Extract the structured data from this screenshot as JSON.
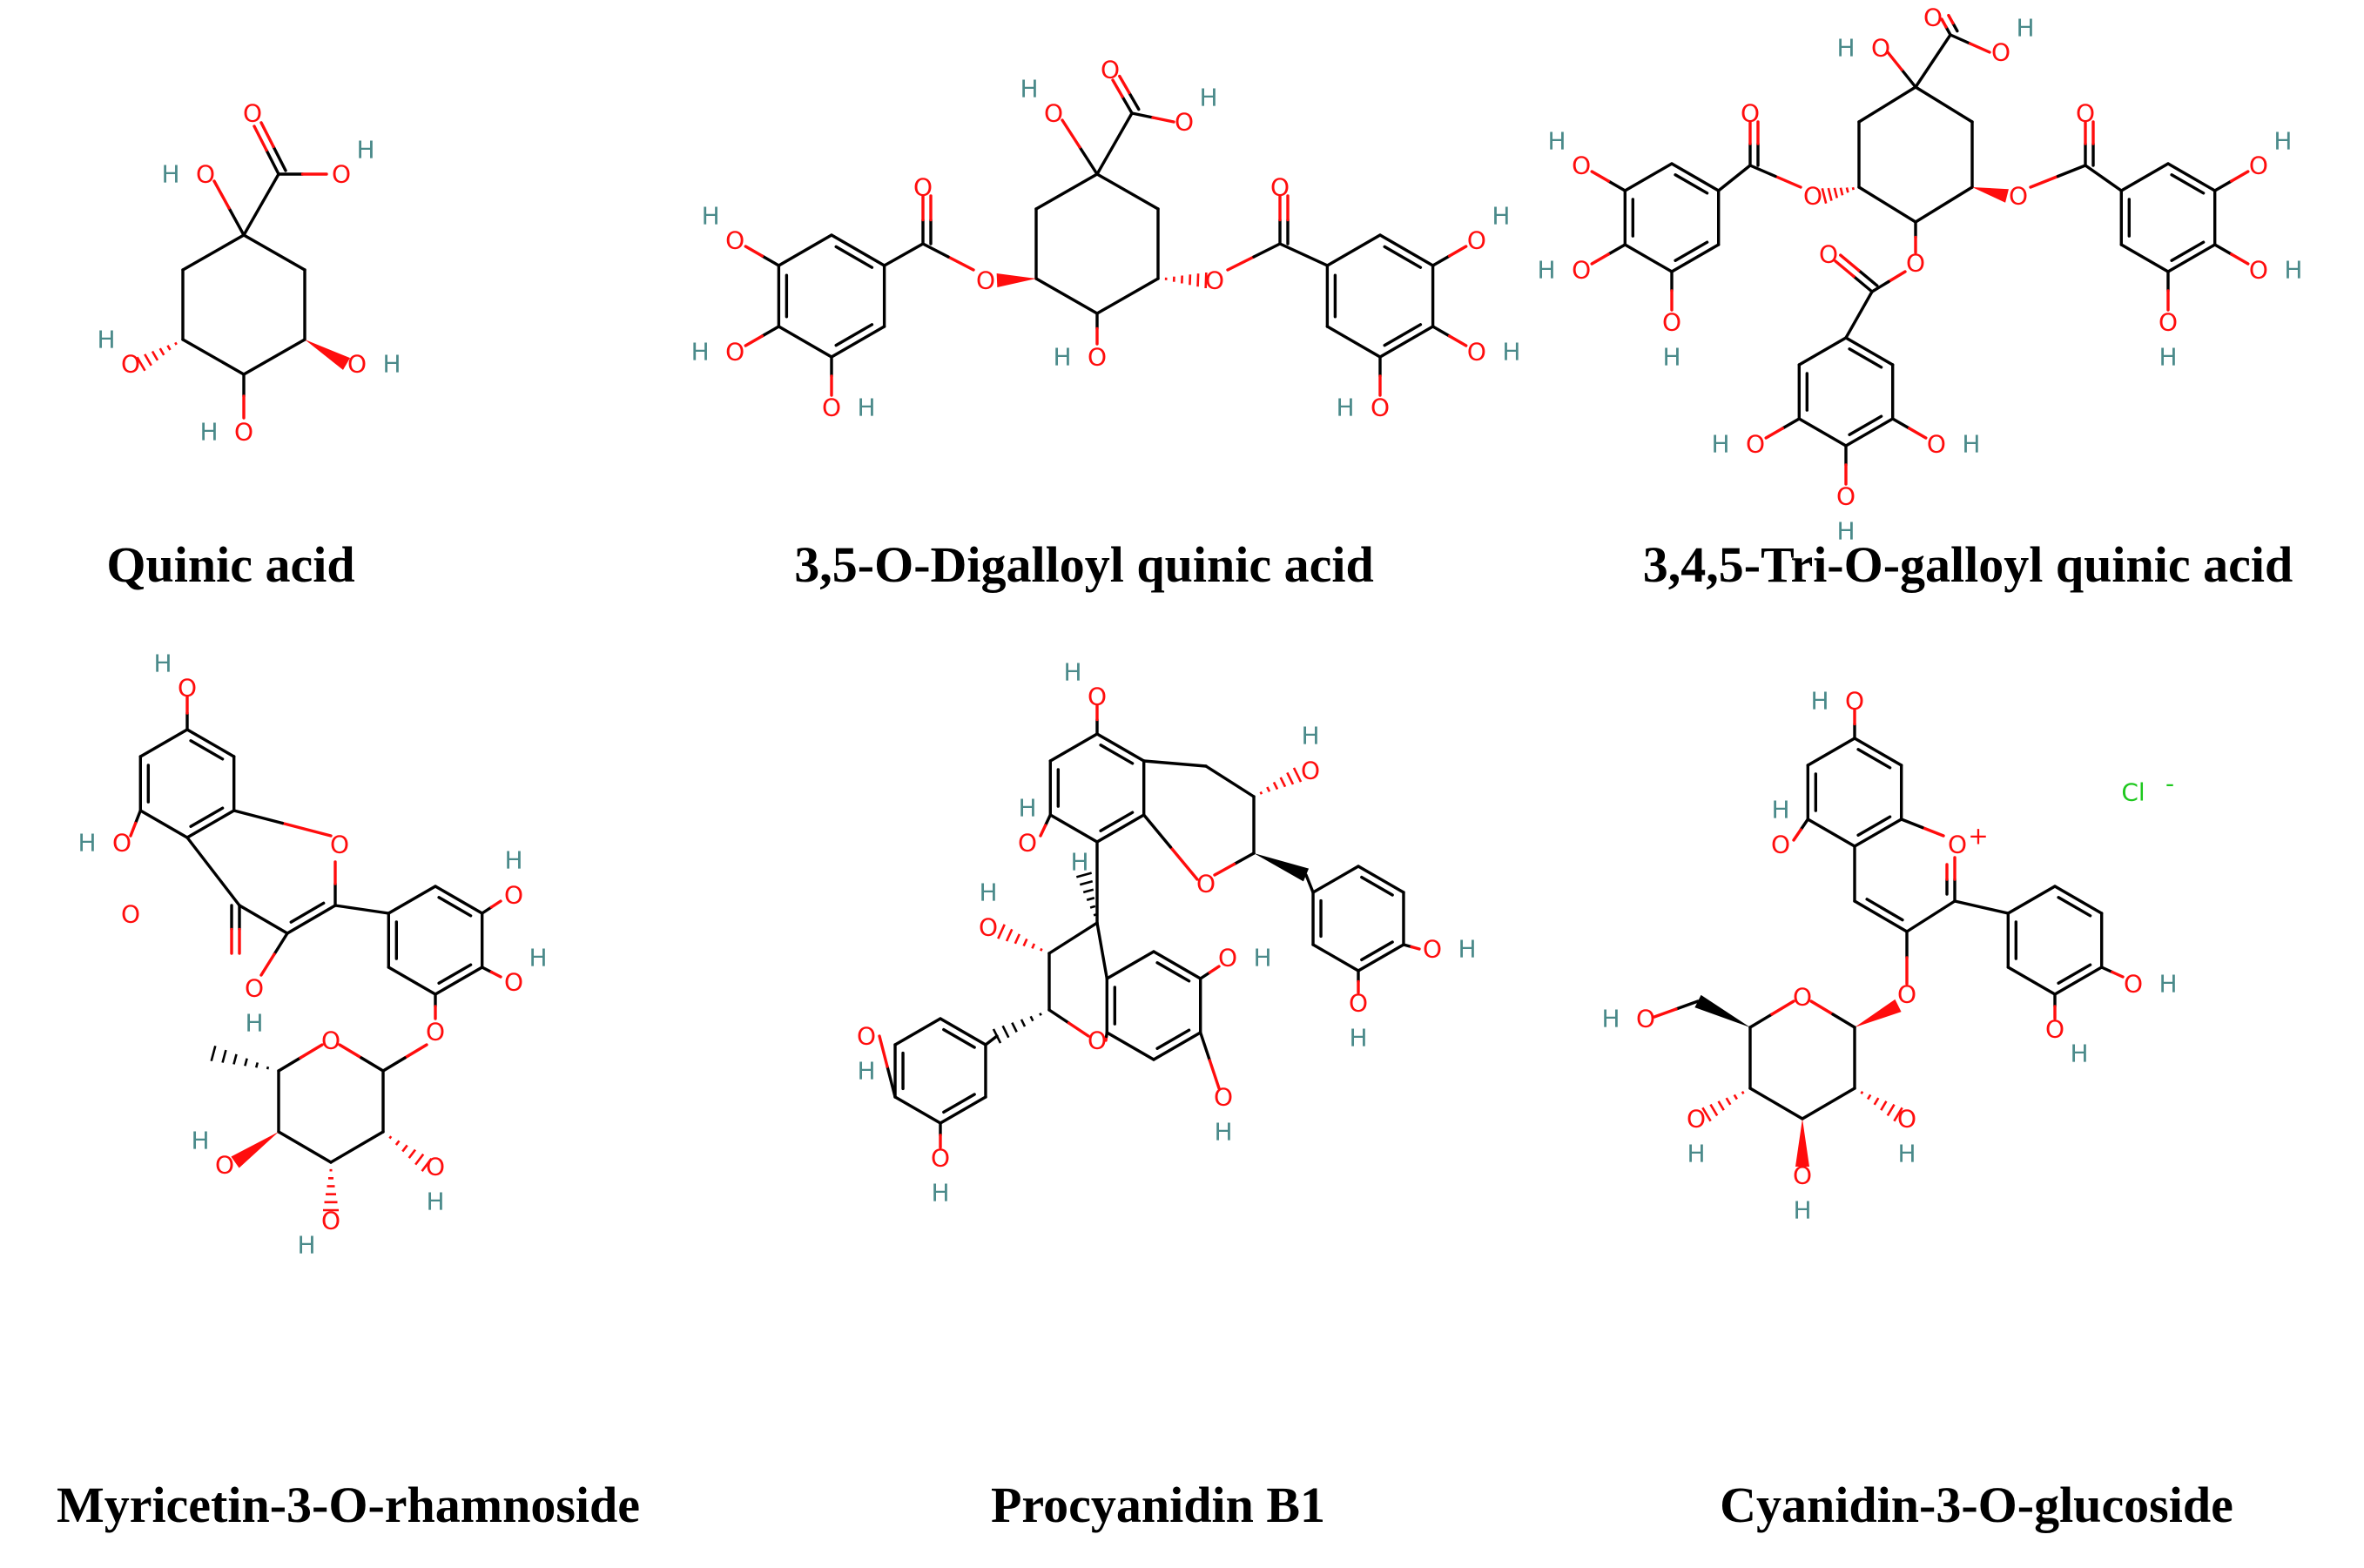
{
  "colors": {
    "bond": "#000000",
    "oxygen": "#ff0d0d",
    "hydrogen": "#4a8a8a",
    "chlorine": "#1ec81e",
    "caption": "#000000"
  },
  "atom_labels": {
    "oxygen": "O",
    "hydrogen": "H",
    "chloride": "Cl",
    "minus": "-",
    "plus": "+"
  },
  "compounds": [
    {
      "id": "quinic-acid",
      "name": "Quinic acid"
    },
    {
      "id": "digalloyl-quinic-acid",
      "name": "3,5-O-Digalloyl quinic acid"
    },
    {
      "id": "trigalloyl-quinic-acid",
      "name": "3,4,5-Tri-O-galloyl quinic acid"
    },
    {
      "id": "myricetin-rhamnoside",
      "name": "Myricetin-3-O-rhamnoside"
    },
    {
      "id": "procyanidin-b1",
      "name": "Procyanidin B1"
    },
    {
      "id": "cyanidin-glucoside",
      "name": "Cyanidin-3-O-glucoside"
    }
  ]
}
